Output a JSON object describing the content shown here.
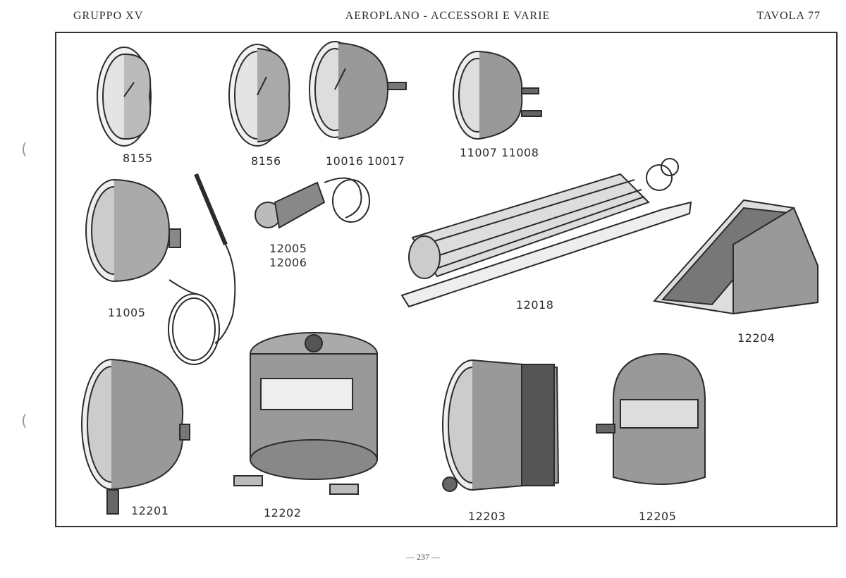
{
  "header": {
    "left": "GRUPPO XV",
    "center": "AEROPLANO - ACCESSORI E VARIE",
    "right": "TAVOLA 77"
  },
  "captions": {
    "c8155": "8155",
    "c8156": "8156",
    "c10016": "10016  10017",
    "c11007": "11007  11008",
    "c11005": "11005",
    "c12005a": "12005",
    "c12005b": "12006",
    "c12018": "12018",
    "c12204": "12204",
    "c12201": "12201",
    "c12202": "12202",
    "c12203": "12203",
    "c12205": "12205"
  },
  "footer": {
    "page": "— 237 —"
  },
  "colors": {
    "ink": "#2b2b2b",
    "paper": "#ffffff",
    "frame": "#333333"
  }
}
